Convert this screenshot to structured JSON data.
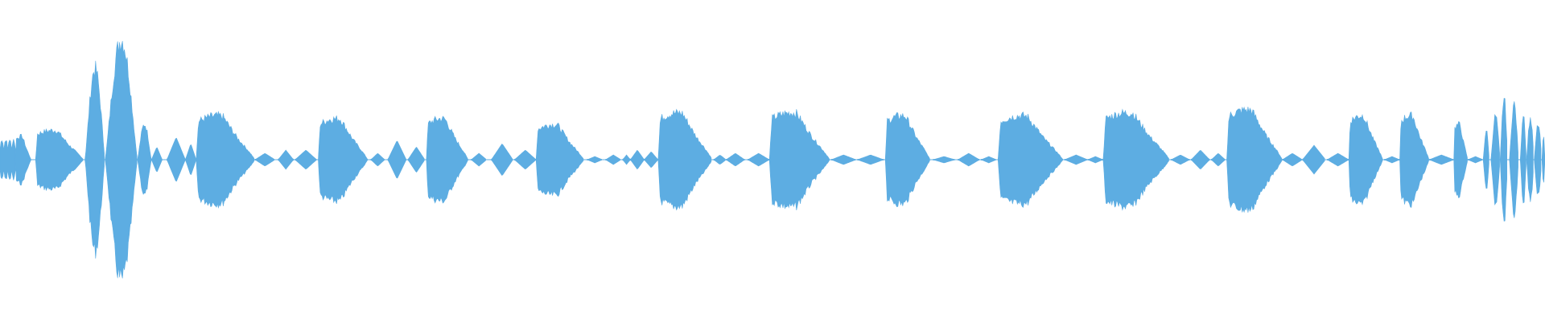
{
  "waveform": {
    "color": "#5dade2",
    "background": "#ffffff",
    "duration_units": 1000,
    "segments": [
      {
        "kind": "dots",
        "start": 0,
        "end": 10,
        "peak": 0.14
      },
      {
        "kind": "blob",
        "start": 10,
        "end": 20,
        "peak": 0.16
      },
      {
        "kind": "blob",
        "start": 23,
        "end": 54,
        "peak": 0.2
      },
      {
        "kind": "spindle",
        "start": 55,
        "end": 68,
        "peak": 0.62
      },
      {
        "kind": "spindle",
        "start": 68,
        "end": 89,
        "peak": 0.82
      },
      {
        "kind": "spindle",
        "start": 89,
        "end": 98,
        "peak": 0.24
      },
      {
        "kind": "diamond",
        "start": 98,
        "end": 105,
        "peak": 0.08
      },
      {
        "kind": "diamond",
        "start": 108,
        "end": 120,
        "peak": 0.14
      },
      {
        "kind": "diamond",
        "start": 120,
        "end": 127,
        "peak": 0.1
      },
      {
        "kind": "blob",
        "start": 127,
        "end": 165,
        "peak": 0.3
      },
      {
        "kind": "diamond",
        "start": 165,
        "end": 178,
        "peak": 0.04
      },
      {
        "kind": "diamond",
        "start": 180,
        "end": 190,
        "peak": 0.06
      },
      {
        "kind": "diamond",
        "start": 191,
        "end": 205,
        "peak": 0.06
      },
      {
        "kind": "blob",
        "start": 206,
        "end": 238,
        "peak": 0.28
      },
      {
        "kind": "diamond",
        "start": 240,
        "end": 249,
        "peak": 0.04
      },
      {
        "kind": "diamond",
        "start": 251,
        "end": 263,
        "peak": 0.12
      },
      {
        "kind": "diamond",
        "start": 264,
        "end": 275,
        "peak": 0.08
      },
      {
        "kind": "blob",
        "start": 276,
        "end": 303,
        "peak": 0.28
      },
      {
        "kind": "diamond",
        "start": 305,
        "end": 315,
        "peak": 0.04
      },
      {
        "kind": "diamond",
        "start": 318,
        "end": 332,
        "peak": 0.1
      },
      {
        "kind": "diamond",
        "start": 333,
        "end": 347,
        "peak": 0.06
      },
      {
        "kind": "blob",
        "start": 347,
        "end": 378,
        "peak": 0.24
      },
      {
        "kind": "diamond",
        "start": 380,
        "end": 390,
        "peak": 0.02
      },
      {
        "kind": "diamond",
        "start": 392,
        "end": 402,
        "peak": 0.03
      },
      {
        "kind": "diamond",
        "start": 403,
        "end": 408,
        "peak": 0.03
      },
      {
        "kind": "diamond",
        "start": 408,
        "end": 417,
        "peak": 0.06
      },
      {
        "kind": "diamond",
        "start": 417,
        "end": 426,
        "peak": 0.05
      },
      {
        "kind": "blob",
        "start": 426,
        "end": 461,
        "peak": 0.32
      },
      {
        "kind": "diamond",
        "start": 462,
        "end": 470,
        "peak": 0.03
      },
      {
        "kind": "diamond",
        "start": 470,
        "end": 482,
        "peak": 0.04
      },
      {
        "kind": "diamond",
        "start": 484,
        "end": 498,
        "peak": 0.04
      },
      {
        "kind": "blob",
        "start": 498,
        "end": 537,
        "peak": 0.32
      },
      {
        "kind": "diamond",
        "start": 538,
        "end": 554,
        "peak": 0.03
      },
      {
        "kind": "diamond",
        "start": 555,
        "end": 572,
        "peak": 0.03
      },
      {
        "kind": "blob",
        "start": 573,
        "end": 602,
        "peak": 0.3
      },
      {
        "kind": "diamond",
        "start": 604,
        "end": 618,
        "peak": 0.02
      },
      {
        "kind": "diamond",
        "start": 620,
        "end": 634,
        "peak": 0.04
      },
      {
        "kind": "diamond",
        "start": 635,
        "end": 645,
        "peak": 0.02
      },
      {
        "kind": "blob",
        "start": 646,
        "end": 688,
        "peak": 0.3
      },
      {
        "kind": "diamond",
        "start": 689,
        "end": 704,
        "peak": 0.03
      },
      {
        "kind": "diamond",
        "start": 704,
        "end": 714,
        "peak": 0.02
      },
      {
        "kind": "blob",
        "start": 714,
        "end": 757,
        "peak": 0.32
      },
      {
        "kind": "diamond",
        "start": 758,
        "end": 770,
        "peak": 0.03
      },
      {
        "kind": "diamond",
        "start": 771,
        "end": 783,
        "peak": 0.06
      },
      {
        "kind": "diamond",
        "start": 784,
        "end": 793,
        "peak": 0.04
      },
      {
        "kind": "blob",
        "start": 794,
        "end": 830,
        "peak": 0.34
      },
      {
        "kind": "diamond",
        "start": 830,
        "end": 843,
        "peak": 0.04
      },
      {
        "kind": "diamond",
        "start": 843,
        "end": 858,
        "peak": 0.09
      },
      {
        "kind": "diamond",
        "start": 859,
        "end": 873,
        "peak": 0.04
      },
      {
        "kind": "blob",
        "start": 873,
        "end": 895,
        "peak": 0.3
      },
      {
        "kind": "diamond",
        "start": 896,
        "end": 906,
        "peak": 0.02
      },
      {
        "kind": "blob",
        "start": 906,
        "end": 925,
        "peak": 0.3
      },
      {
        "kind": "diamond",
        "start": 925,
        "end": 941,
        "peak": 0.03
      },
      {
        "kind": "blob",
        "start": 941,
        "end": 950,
        "peak": 0.24
      },
      {
        "kind": "diamond",
        "start": 950,
        "end": 960,
        "peak": 0.02
      },
      {
        "kind": "spindle",
        "start": 960,
        "end": 964,
        "peak": 0.2
      },
      {
        "kind": "spindle",
        "start": 965,
        "end": 971,
        "peak": 0.3
      },
      {
        "kind": "spindle",
        "start": 971,
        "end": 976,
        "peak": 0.42
      },
      {
        "kind": "spindle",
        "start": 977,
        "end": 983,
        "peak": 0.38
      },
      {
        "kind": "spindle",
        "start": 984,
        "end": 988,
        "peak": 0.32
      },
      {
        "kind": "spindle",
        "start": 988,
        "end": 993,
        "peak": 0.28
      },
      {
        "kind": "spindle",
        "start": 993,
        "end": 998,
        "peak": 0.24
      },
      {
        "kind": "spindle",
        "start": 998,
        "end": 1000,
        "peak": 0.16
      }
    ]
  }
}
